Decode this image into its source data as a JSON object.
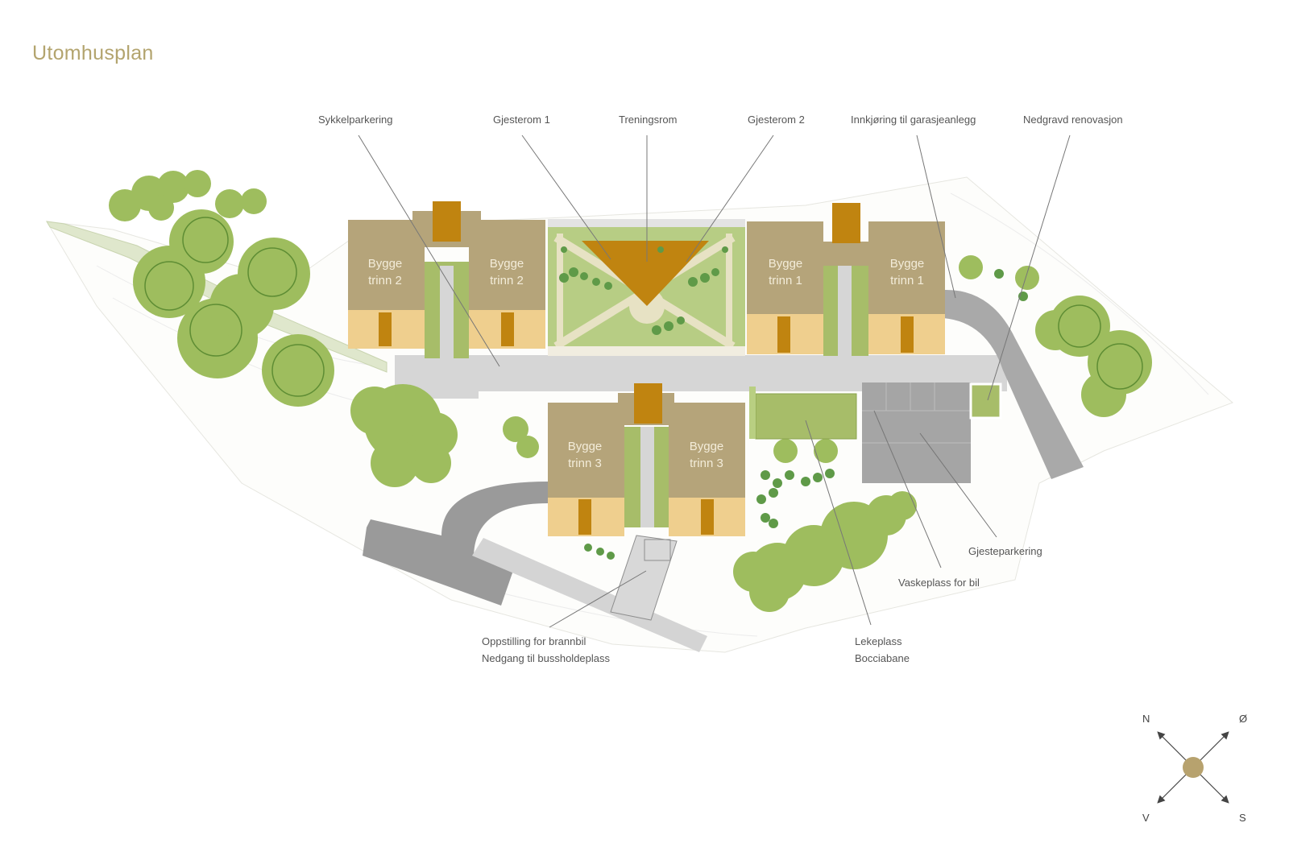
{
  "title": "Utomhusplan",
  "buildings": [
    {
      "id": "b2-west",
      "label_line1": "Bygge",
      "label_line2": "trinn 2"
    },
    {
      "id": "b2-east",
      "label_line1": "Bygge",
      "label_line2": "trinn 2"
    },
    {
      "id": "b1-west",
      "label_line1": "Bygge",
      "label_line2": "trinn 1"
    },
    {
      "id": "b1-east",
      "label_line1": "Bygge",
      "label_line2": "trinn 1"
    },
    {
      "id": "b3-west",
      "label_line1": "Bygge",
      "label_line2": "trinn 3"
    },
    {
      "id": "b3-east",
      "label_line1": "Bygge",
      "label_line2": "trinn 3"
    }
  ],
  "callouts": {
    "sykkelparkering": "Sykkelparkering",
    "gjesterom1": "Gjesterom 1",
    "treningsrom": "Treningsrom",
    "gjesterom2": "Gjesterom 2",
    "innkjoring": "Innkjøring til garasjeanlegg",
    "renovasjon": "Nedgravd renovasjon",
    "gjesteparkering": "Gjesteparkering",
    "vaskeplass": "Vaskeplass for bil",
    "lekeplass_line1": "Lekeplass",
    "lekeplass_line2": "Bocciabane",
    "brannbil_line1": "Oppstilling for brannbil",
    "brannbil_line2": "Nedgang til bussholdeplass"
  },
  "compass": {
    "north": "N",
    "east": "Ø",
    "south": "S",
    "west": "V"
  },
  "colors": {
    "title": "#b3a46e",
    "roof": "#b5a47a",
    "deck": "#efcf8e",
    "core": "#c08410",
    "lawn": "#a7bd69",
    "tree": "#9ebd5e",
    "road": "#a7a7a7",
    "path": "#d4d4d4",
    "compass_center": "#b7a26e"
  }
}
